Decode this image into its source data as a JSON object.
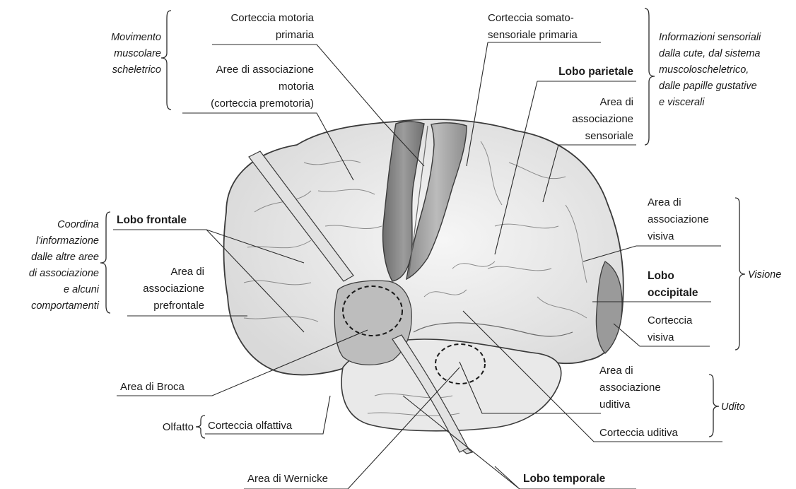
{
  "labels": {
    "motor_primary": [
      "Corteccia motoria",
      "primaria"
    ],
    "motor_assoc": [
      "Aree di associazione",
      "motoria",
      "(corteccia premotoria)"
    ],
    "somato_primary": [
      "Corteccia somato-",
      "sensoriale primaria"
    ],
    "parietal_lobe": "Lobo parietale",
    "sensory_assoc": [
      "Area di",
      "associazione",
      "sensoriale"
    ],
    "frontal_lobe": "Lobo frontale",
    "prefrontal_assoc": [
      "Area di",
      "associazione",
      "prefrontale"
    ],
    "visual_assoc": [
      "Area di",
      "associazione",
      "visiva"
    ],
    "occipital_lobe": [
      "Lobo",
      "occipitale"
    ],
    "visual_cortex": [
      "Corteccia",
      "visiva"
    ],
    "auditory_assoc": [
      "Area di",
      "associazione",
      "uditiva"
    ],
    "auditory_cortex": "Corteccia uditiva",
    "broca": "Area di Broca",
    "olfactory_cortex": "Corteccia olfattiva",
    "wernicke": "Area di Wernicke",
    "temporal_lobe": "Lobo temporale"
  },
  "functions": {
    "movement": [
      "Movimento",
      "muscolare",
      "scheletrico"
    ],
    "sensory_info": [
      "Informazioni sensoriali",
      "dalla cute, dal sistema",
      "muscoloscheletrico,",
      "dalle papille gustative",
      "e viscerali"
    ],
    "coordination": [
      "Coordina",
      "l'informazione",
      "dalle altre aree",
      "di associazione",
      "e alcuni",
      "comportamenti"
    ],
    "vision": "Visione",
    "hearing": "Udito",
    "smell": "Olfatto"
  },
  "colors": {
    "brain_fill": "#eeeeee",
    "motor_strip": "#8c8c8c",
    "somato_strip": "#a6a6a6",
    "visual_cortex": "#9a9a9a",
    "broca_region": "#b9b9b9",
    "outline": "#3a3a3a"
  }
}
